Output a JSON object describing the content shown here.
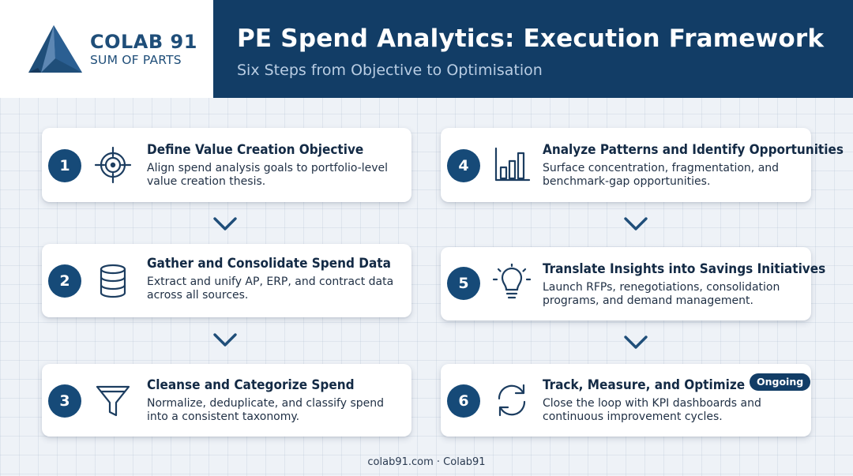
{
  "logo": {
    "name": "COLAB 91",
    "tagline": "SUM OF PARTS"
  },
  "header": {
    "title": "PE Spend Analytics: Execution Framework",
    "subtitle": "Six Steps from Objective to Optimisation"
  },
  "steps": [
    {
      "number": "1",
      "icon": "target-icon",
      "title": "Define Value Creation Objective",
      "desc_line1": "Align spend analysis goals to portfolio-level",
      "desc_line2": "value creation thesis."
    },
    {
      "number": "2",
      "icon": "database-icon",
      "title": "Gather and Consolidate Spend Data",
      "desc_line1": "Extract and unify AP, ERP, and contract data",
      "desc_line2": "across all sources."
    },
    {
      "number": "3",
      "icon": "funnel-icon",
      "title": "Cleanse and Categorize Spend",
      "desc_line1": "Normalize, deduplicate, and classify spend",
      "desc_line2": "into a consistent taxonomy."
    },
    {
      "number": "4",
      "icon": "bar-chart-icon",
      "title": "Analyze Patterns and Identify Opportunities",
      "desc_line1": "Surface concentration, fragmentation, and",
      "desc_line2": "benchmark-gap opportunities."
    },
    {
      "number": "5",
      "icon": "lightbulb-icon",
      "title": "Translate Insights into Savings Initiatives",
      "desc_line1": "Launch RFPs, renegotiations, consolidation",
      "desc_line2": "programs, and demand management."
    },
    {
      "number": "6",
      "icon": "refresh-cycle-icon",
      "title": "Track, Measure, and Optimize",
      "desc_line1": "Close the loop with KPI dashboards and",
      "desc_line2": "continuous improvement cycles.",
      "badge": "Ongoing"
    }
  ],
  "footer": {
    "text": "colab91.com · Colab91"
  },
  "colors": {
    "navy": "#123d66",
    "circle": "#164a78",
    "icon_stroke": "#1c3d60",
    "chevron": "#1f4e79",
    "background": "#eef2f7"
  }
}
